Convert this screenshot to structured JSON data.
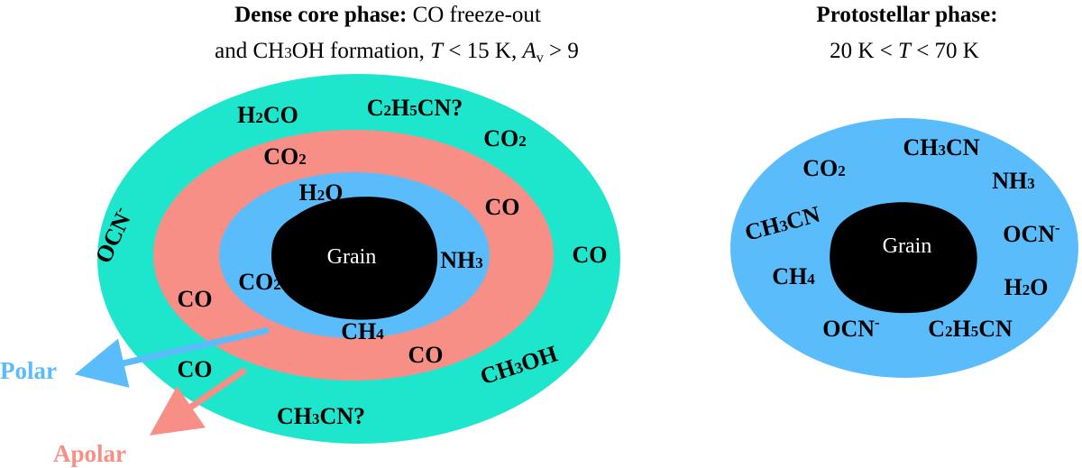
{
  "colors": {
    "outer_ring": "#1ee6cc",
    "apolar_ring": "#f78f86",
    "polar_ring": "#5bbcfc",
    "grain": "#000000",
    "polar_label": "#5bbcfc",
    "apolar_label": "#f78f86"
  },
  "left": {
    "header_bold": "Dense core phase:",
    "header_rest": " CO freeze-out",
    "header_line2": {
      "a": "and CH",
      "sub3": "3",
      "b": "OH formation, ",
      "t": "T",
      "c": " < 15 K, ",
      "av": "A",
      "av_sub": "v",
      "d": " > 9"
    },
    "grain_label": "Grain",
    "polar_label": "Polar",
    "apolar_label": "Apolar",
    "molecules": {
      "h2co": {
        "p1": "H",
        "s1": "2",
        "p2": "CO"
      },
      "c2h5cn_q": {
        "p1": "C",
        "s1": "2",
        "p2": "H",
        "s2": "5",
        "p3": "CN?"
      },
      "co2_outer": {
        "p1": "CO",
        "s1": "2"
      },
      "ocn_outer": {
        "p1": "OCN",
        "sup": "-"
      },
      "co_outer_right": "CO",
      "co_outer_left": "CO",
      "ch3cn_q": {
        "p1": "CH",
        "s1": "3",
        "p2": "CN?"
      },
      "ch3oh": {
        "p1": "CH",
        "s1": "3",
        "p2": "OH"
      },
      "co2_apolar": {
        "p1": "CO",
        "s1": "2"
      },
      "co_apolar_right": "CO",
      "co_apolar_left": "CO",
      "co_apolar_bottom": "CO",
      "h2o_polar": {
        "p1": "H",
        "s1": "2",
        "p2": "O"
      },
      "nh3_polar": {
        "p1": "NH",
        "s1": "3"
      },
      "co2_polar": {
        "p1": "CO",
        "s1": "2"
      },
      "ch4_polar": {
        "p1": "CH",
        "s1": "4"
      }
    }
  },
  "right": {
    "header_bold": "Protostellar phase:",
    "header_line2": {
      "a": "20 K < ",
      "t": "T",
      "b": " < 70 K"
    },
    "grain_label": "Grain",
    "molecules": {
      "co2": {
        "p1": "CO",
        "s1": "2"
      },
      "ch3cn_top": {
        "p1": "CH",
        "s1": "3",
        "p2": "CN"
      },
      "nh3": {
        "p1": "NH",
        "s1": "3"
      },
      "ch3cn_left": {
        "p1": "CH",
        "s1": "3",
        "p2": "CN"
      },
      "ocn_right": {
        "p1": "OCN",
        "sup": "-"
      },
      "ch4": {
        "p1": "CH",
        "s1": "4"
      },
      "h2o": {
        "p1": "H",
        "s1": "2",
        "p2": "O"
      },
      "ocn_bottom": {
        "p1": "OCN",
        "sup": "-"
      },
      "c2h5cn": {
        "p1": "C",
        "s1": "2",
        "p2": "H",
        "s2": "5",
        "p3": "CN"
      }
    }
  }
}
